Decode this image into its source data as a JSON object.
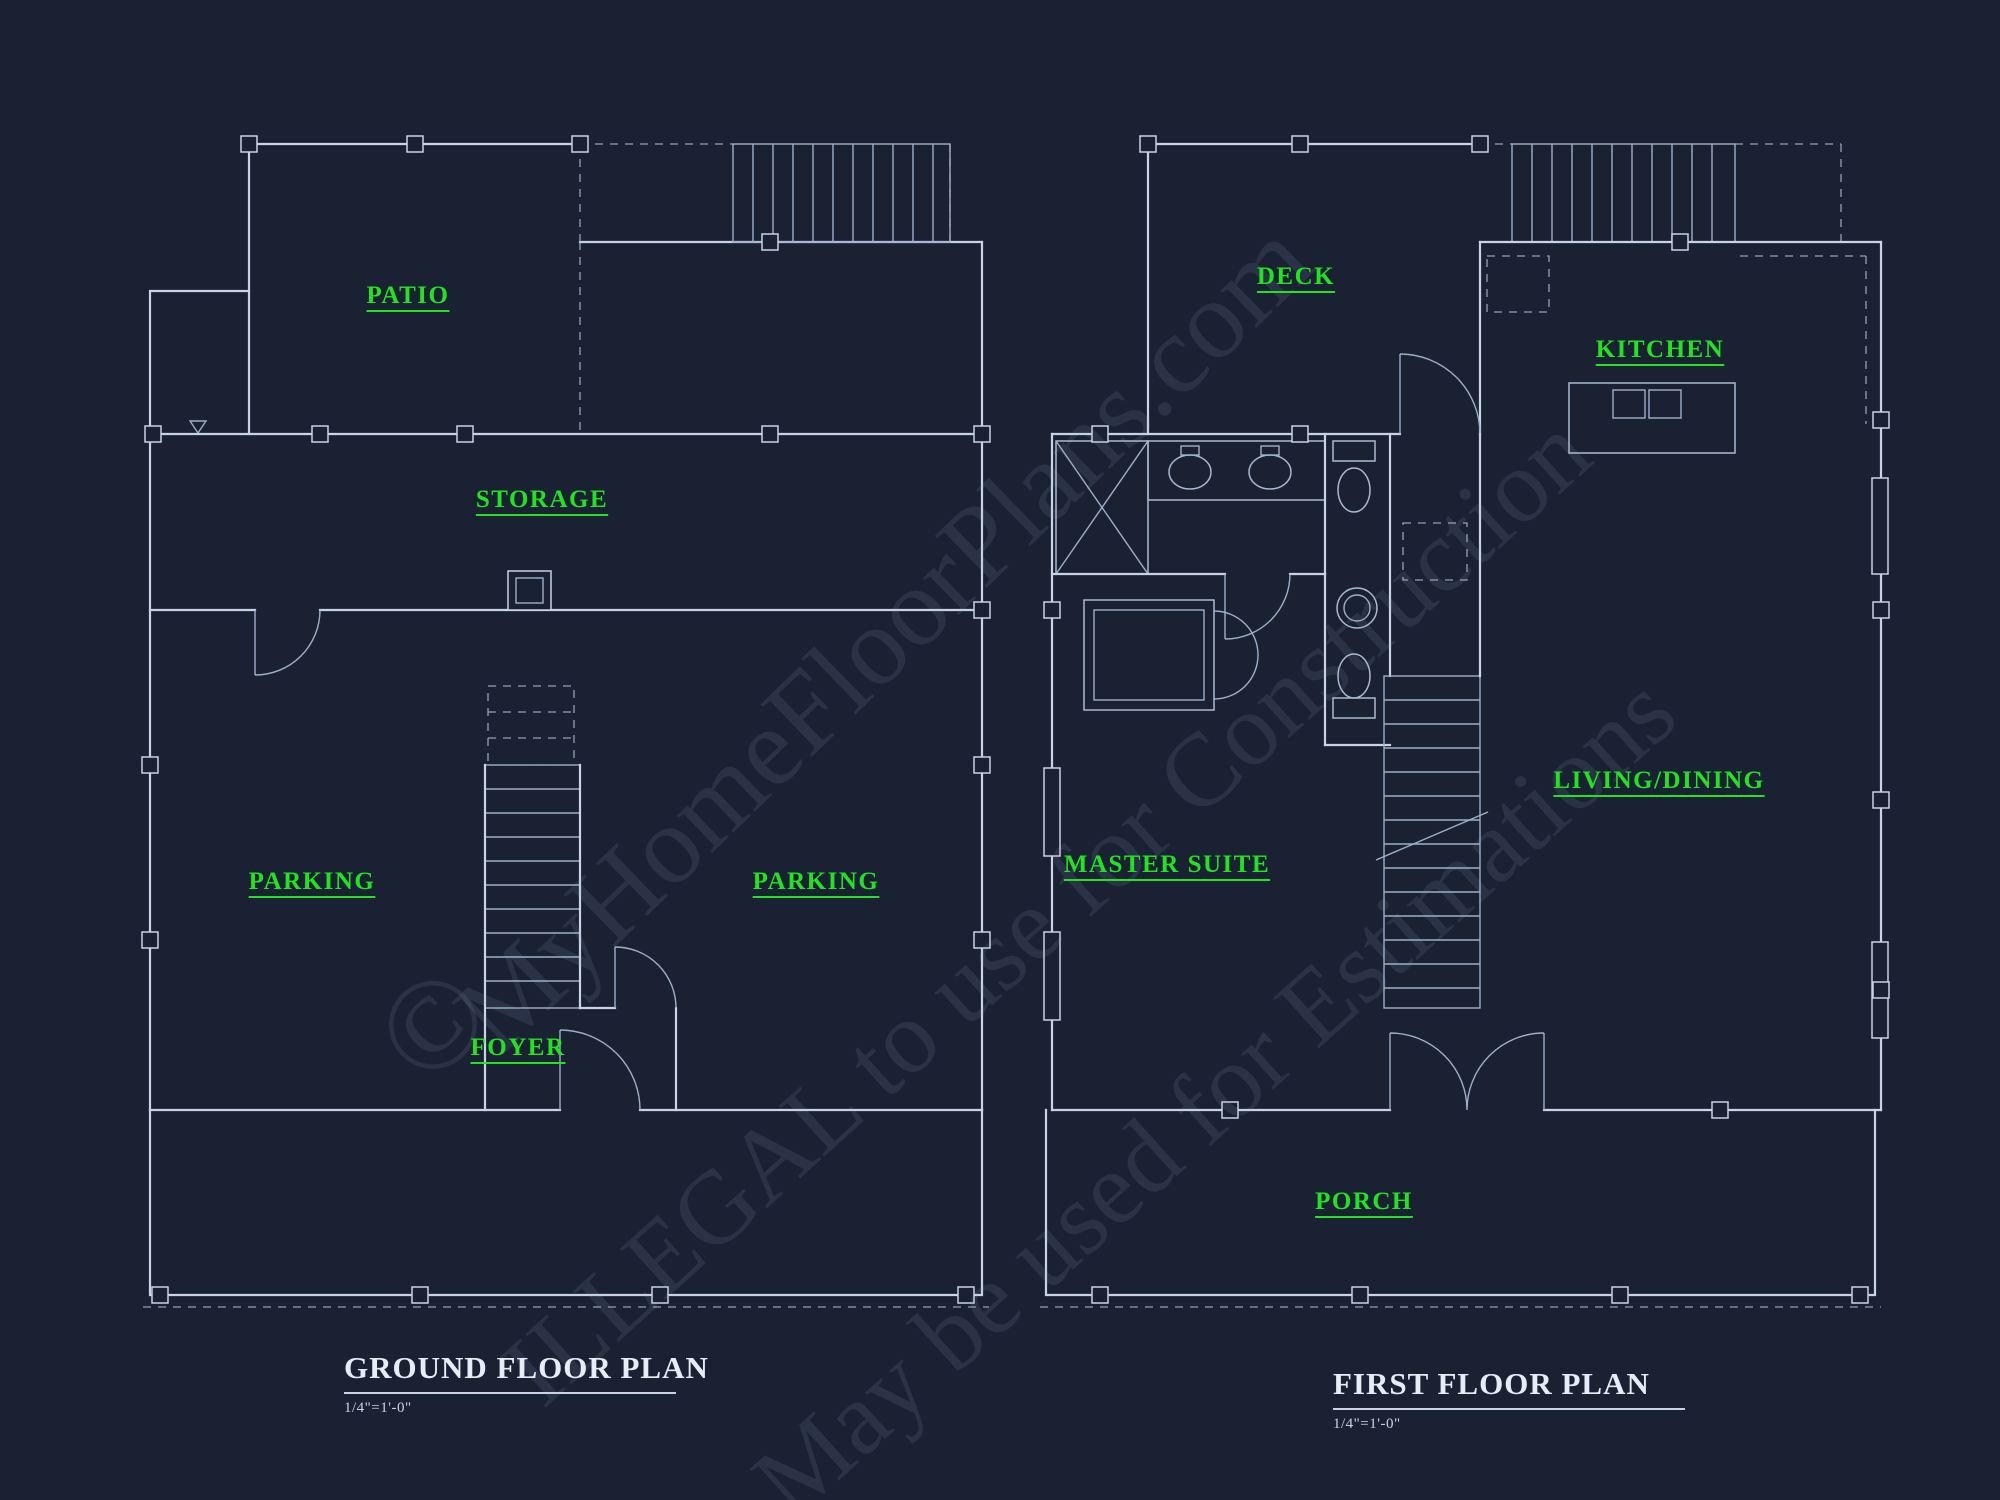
{
  "plans": {
    "ground": {
      "title": "GROUND FLOOR PLAN",
      "scale": "1/4\"=1'-0\"",
      "labels": {
        "patio": "PATIO",
        "storage": "STORAGE",
        "parking_left": "PARKING",
        "parking_right": "PARKING",
        "foyer": "FOYER"
      }
    },
    "first": {
      "title": "FIRST FLOOR PLAN",
      "scale": "1/4\"=1'-0\"",
      "labels": {
        "deck": "DECK",
        "kitchen": "KITCHEN",
        "living_dining": "LIVING/DINING",
        "master_suite": "MASTER SUITE",
        "porch": "PORCH"
      }
    }
  },
  "watermark": {
    "copyright_symbol": "©",
    "line1": "MyHomeFloorPlans.com",
    "line2": "ILLEGAL to use for Construction",
    "line3": "May be used for Estimations"
  },
  "colors": {
    "background": "#1a2133",
    "wall_line": "#c7d3e6",
    "detail_line": "#9db0ca",
    "label_green": "#21e421",
    "title_text": "#e6edf7",
    "watermark": "#a9b8d2"
  }
}
